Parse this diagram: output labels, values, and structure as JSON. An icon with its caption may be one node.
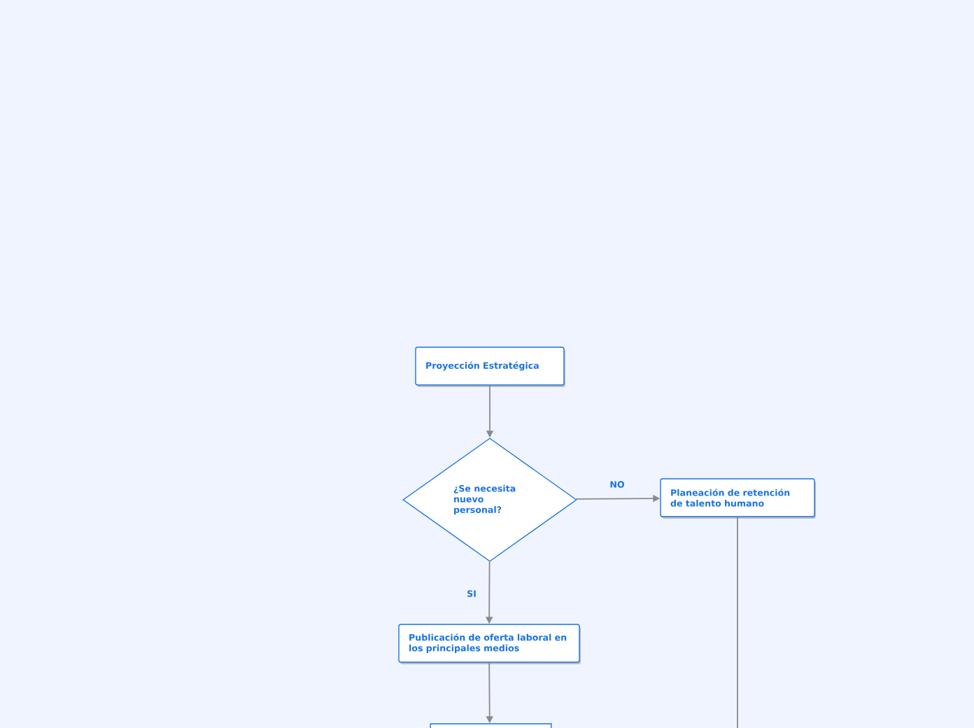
{
  "diagram": {
    "nodes": [
      {
        "text": [
          "Proyección Estratégica"
        ]
      },
      {
        "text": [
          "¿Se necesita nuevo personal?"
        ]
      },
      {
        "text": [
          "Planeación de retención de talento humano"
        ]
      },
      {
        "text": [
          "Publicación de oferta laboral en los principales medios"
        ]
      },
      {
        "text": [],
        "shape": "parallelogram"
      }
    ],
    "edges": [
      {
        "from": 0,
        "to": 1,
        "arrow": "to"
      },
      {
        "from": 1,
        "to": 2,
        "arrow": "to",
        "label": "NO"
      },
      {
        "from": 1,
        "to": 3,
        "arrow": "to",
        "label": "SI"
      },
      {
        "from": 3,
        "to": 4,
        "arrow": "to"
      },
      {
        "from": 2,
        "to": null,
        "arrow": "none"
      }
    ]
  }
}
